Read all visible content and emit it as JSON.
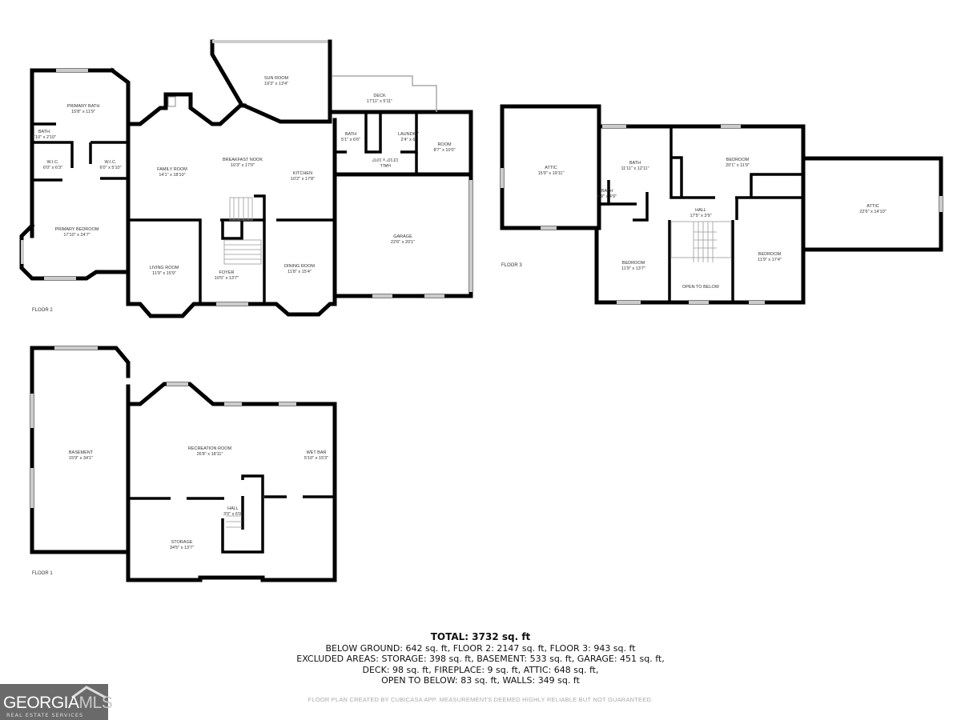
{
  "floors": {
    "floor2": {
      "label": "FLOOR 2",
      "rooms": [
        {
          "name": "PRIMARY BATH",
          "dims": "15'8\" x 11'9\""
        },
        {
          "name": "BATH",
          "dims": "3'10\" x 2'10\""
        },
        {
          "name": "W.I.C.",
          "dims": "6'0\" x 6'3\""
        },
        {
          "name": "W.I.C.",
          "dims": "6'0\" x 5'10\""
        },
        {
          "name": "PRIMARY BEDROOM",
          "dims": "17'10\" x 24'7\""
        },
        {
          "name": "FAMILY ROOM",
          "dims": "14'1\" x 18'10\""
        },
        {
          "name": "BREAKFAST NOOK",
          "dims": "10'3\" x 17'0\""
        },
        {
          "name": "SUN ROOM",
          "dims": "19'3\" x 13'4\""
        },
        {
          "name": "KITCHEN",
          "dims": "10'2\" x 17'8\""
        },
        {
          "name": "LIVING ROOM",
          "dims": "11'9\" x 15'9\""
        },
        {
          "name": "FOYER",
          "dims": "10'5\" x 13'7\""
        },
        {
          "name": "DINING ROOM",
          "dims": "11'8\" x 15'4\""
        },
        {
          "name": "DECK",
          "dims": "17'11\" x 5'11\""
        },
        {
          "name": "BATH",
          "dims": "5'1\" x 6'6\""
        },
        {
          "name": "LAUNDRY",
          "dims": "2'4\" x 6'"
        },
        {
          "name": "ROOM",
          "dims": "8'7\" x 10'0\""
        },
        {
          "name": "HALL",
          "dims": "13'10\" x 10'0\""
        },
        {
          "name": "GARAGE",
          "dims": "22'6\" x 20'1\""
        }
      ]
    },
    "floor3": {
      "label": "FLOOR 3",
      "rooms": [
        {
          "name": "ATTIC",
          "dims": "15'9\" x 19'11\""
        },
        {
          "name": "BATH",
          "dims": "11'11\" x 12'11\""
        },
        {
          "name": "BATH",
          "dims": "5'9\" x 4'9\""
        },
        {
          "name": "BEDROOM",
          "dims": "20'1\" x 11'9\""
        },
        {
          "name": "HALL",
          "dims": "17'5\" x 3'9\""
        },
        {
          "name": "ATTIC",
          "dims": "22'6\" x 14'10\""
        },
        {
          "name": "BEDROOM",
          "dims": "11'9\" x 13'7\""
        },
        {
          "name": "OPEN TO BELOW",
          "dims": ""
        },
        {
          "name": "BEDROOM",
          "dims": "11'9\" x 17'4\""
        }
      ]
    },
    "floor1": {
      "label": "FLOOR 1",
      "rooms": [
        {
          "name": "BASEMENT",
          "dims": "15'9\" x 34'1\""
        },
        {
          "name": "RECREATION ROOM",
          "dims": "26'8\" x 18'11\""
        },
        {
          "name": "WET BAR",
          "dims": "5'10\" x 15'3\""
        },
        {
          "name": "HALL",
          "dims": "3'0\" x 6'0\""
        },
        {
          "name": "STORAGE",
          "dims": "34'5\" x 13'7\""
        }
      ]
    }
  },
  "summary": {
    "total": "TOTAL: 3732 sq. ft",
    "lines": [
      "BELOW GROUND: 642 sq. ft, FLOOR 2: 2147 sq. ft, FLOOR 3: 943 sq. ft",
      "EXCLUDED AREAS: STORAGE: 398 sq. ft, BASEMENT: 533 sq. ft, GARAGE: 451 sq. ft,",
      "DECK: 98 sq. ft, FIREPLACE: 9 sq. ft, ATTIC: 648 sq. ft,",
      "OPEN TO BELOW: 83 sq. ft, WALLS: 349 sq. ft"
    ]
  },
  "disclaimer": "FLOOR PLAN CREATED BY CUBICASA APP. MEASUREMENTS DEEMED HIGHLY RELIABLE BUT NOT GUARANTEED.",
  "logo": {
    "text_main": "GEORGIA",
    "text_accent": "MLS",
    "tagline": "REAL ESTATE SERVICES"
  },
  "colors": {
    "walls": "#000000",
    "windows": "#cccccc",
    "logo_bg": "#6a6a6a"
  }
}
